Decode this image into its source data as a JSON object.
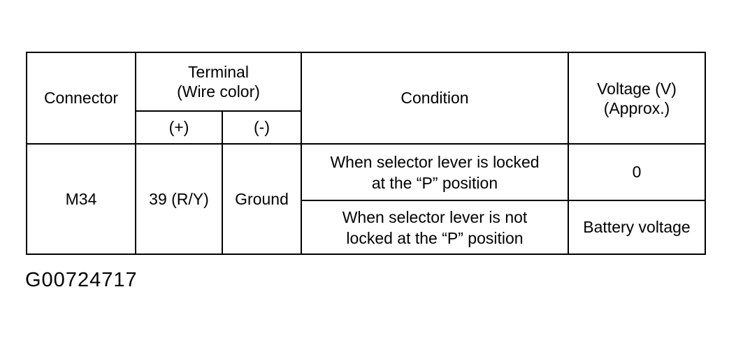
{
  "table": {
    "headers": {
      "connector": "Connector",
      "terminal": [
        "Terminal",
        "(Wire color)"
      ],
      "plus": "(+)",
      "minus": "(-)",
      "condition": "Condition",
      "voltage": [
        "Voltage (V)",
        "(Approx.)"
      ]
    },
    "row": {
      "connector": "M34",
      "terminal_plus": "39 (R/Y)",
      "terminal_minus": "Ground",
      "conditions": [
        {
          "condition": [
            "When selector lever is locked",
            "at the “P” position"
          ],
          "voltage": "0"
        },
        {
          "condition": [
            "When selector lever is not",
            "locked at the “P” position"
          ],
          "voltage": "Battery voltage"
        }
      ]
    }
  },
  "figure_id": "G00724717",
  "colors": {
    "line": "#000000",
    "text": "#000000",
    "background": "#ffffff"
  }
}
